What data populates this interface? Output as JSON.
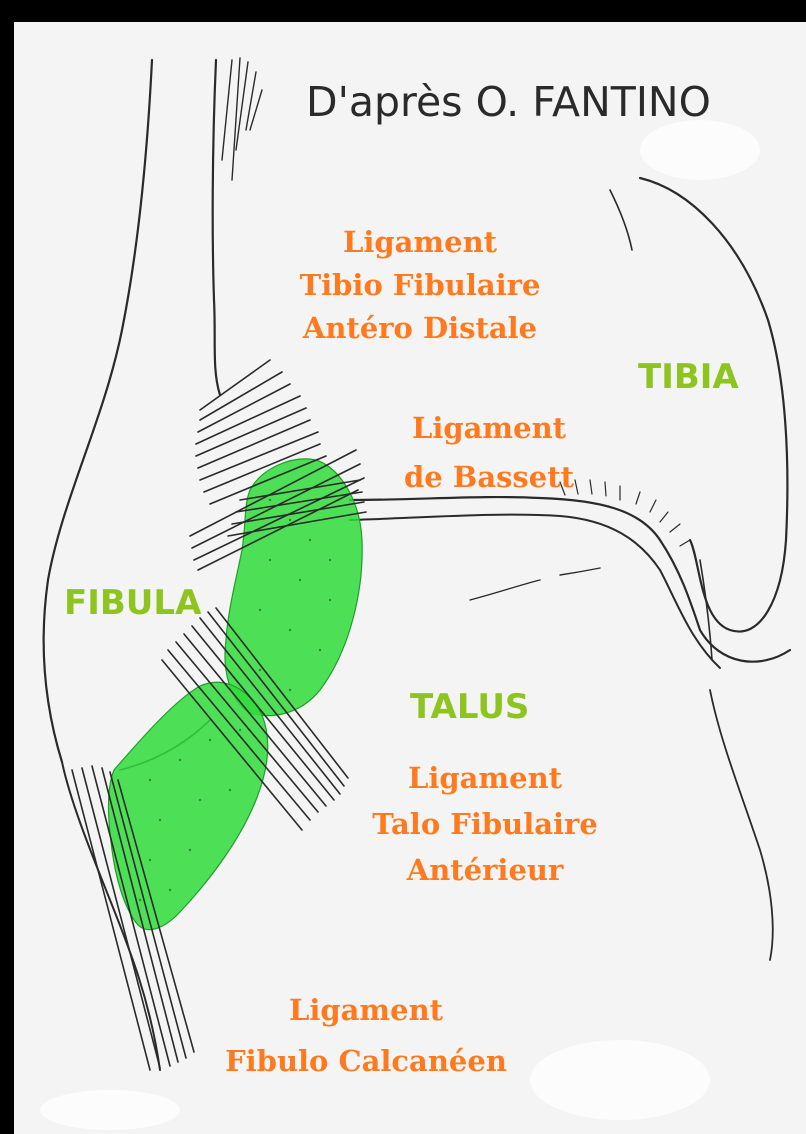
{
  "credit": "D'après O. FANTINO",
  "colors": {
    "ligament_label": "#ff7a1e",
    "bone_label": "#8ec41f",
    "cartilage": "#2fdc3a",
    "ink": "#2a2a2a",
    "paper": "#f4f4f4",
    "frame": "#000000"
  },
  "bones": {
    "tibia": "TIBIA",
    "fibula": "FIBULA",
    "talus": "TALUS"
  },
  "ligaments": {
    "atfd": [
      "Ligament",
      "Tibio Fibulaire",
      "Antéro Distale"
    ],
    "bassett": [
      "Ligament",
      "de Bassett"
    ],
    "talo_fibulaire": [
      "Ligament",
      "Talo Fibulaire",
      "Antérieur"
    ],
    "fibulo_calcaneen": [
      "Ligament",
      "Fibulo Calcanéen"
    ]
  }
}
